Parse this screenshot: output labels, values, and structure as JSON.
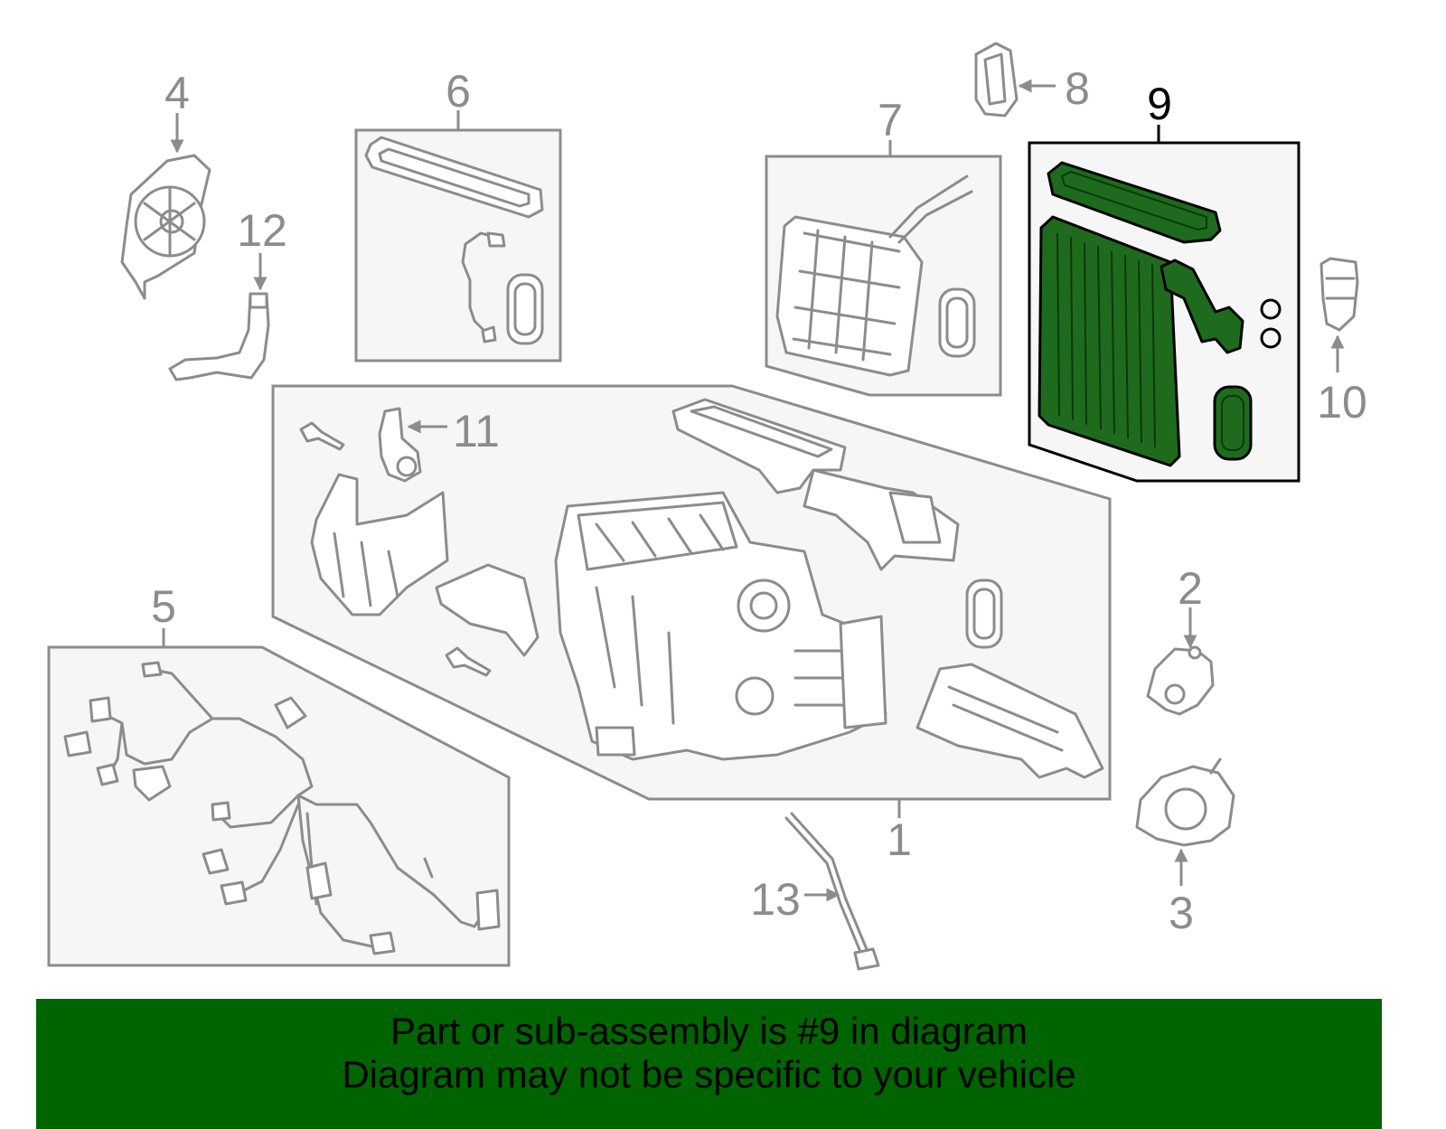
{
  "diagram": {
    "callouts": {
      "c1": "1",
      "c2": "2",
      "c3": "3",
      "c4": "4",
      "c5": "5",
      "c6": "6",
      "c7": "7",
      "c8": "8",
      "c9": "9",
      "c10": "10",
      "c11": "11",
      "c12": "12",
      "c13": "13"
    },
    "highlighted_part": "9",
    "highlight_color": "#1e6b1e",
    "line_color": "#8c8c8c"
  },
  "banner": {
    "line1": "Part or sub-assembly is #9 in diagram",
    "line2": "Diagram may not be specific to your vehicle",
    "background": "#006400"
  }
}
